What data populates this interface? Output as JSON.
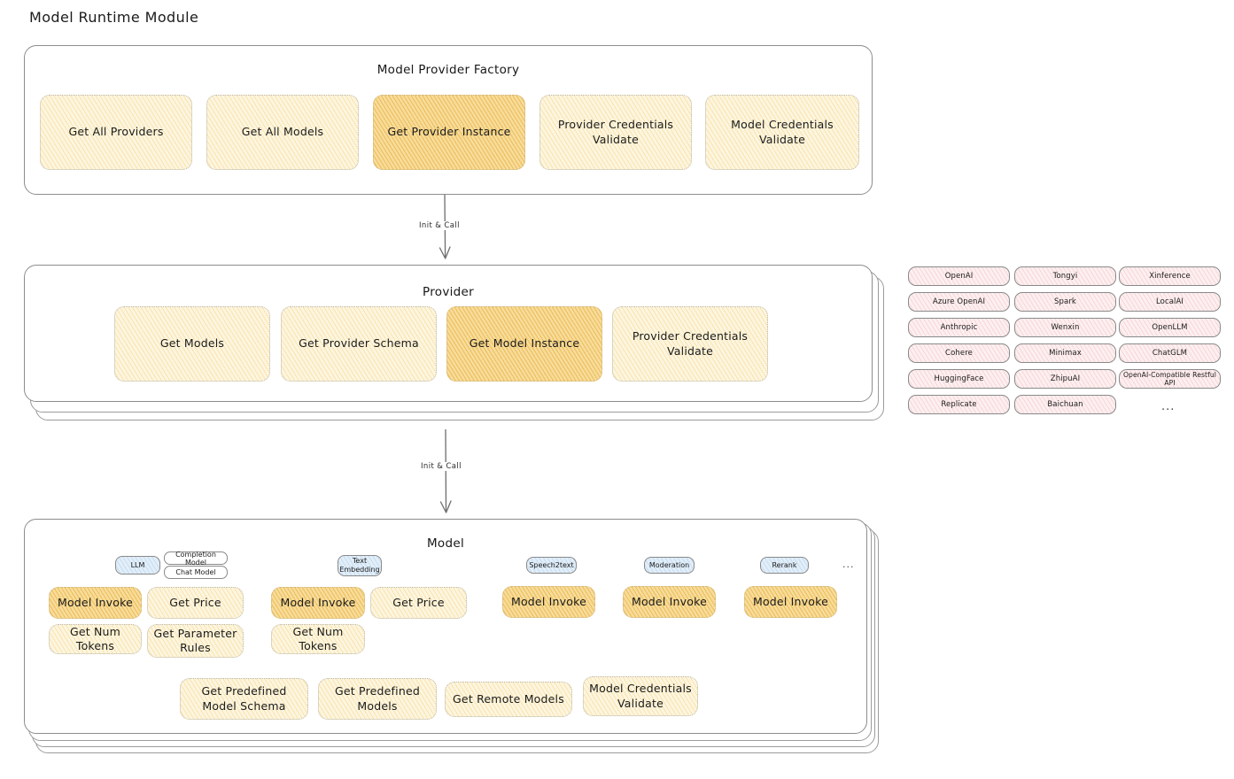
{
  "title": "Model Runtime Module",
  "factory": {
    "title": "Model Provider Factory",
    "methods": [
      {
        "label": "Get All Providers",
        "highlight": false
      },
      {
        "label": "Get All Models",
        "highlight": false
      },
      {
        "label": "Get Provider Instance",
        "highlight": true
      },
      {
        "label": "Provider Credentials Validate",
        "highlight": false
      },
      {
        "label": "Model Credentials Validate",
        "highlight": false
      }
    ]
  },
  "connector1": {
    "label": "Init & Call"
  },
  "provider": {
    "title": "Provider",
    "methods": [
      {
        "label": "Get Models",
        "highlight": false
      },
      {
        "label": "Get Provider Schema",
        "highlight": false
      },
      {
        "label": "Get Model Instance",
        "highlight": true
      },
      {
        "label": "Provider Credentials Validate",
        "highlight": false
      }
    ]
  },
  "connector2": {
    "label": "Init & Call"
  },
  "provider_list": {
    "columns": [
      [
        "OpenAI",
        "Azure OpenAI",
        "Anthropic",
        "Cohere",
        "HuggingFace",
        "Replicate"
      ],
      [
        "Tongyi",
        "Spark",
        "Wenxin",
        "Minimax",
        "ZhipuAI",
        "Baichuan"
      ],
      [
        "Xinference",
        "LocalAI",
        "OpenLLM",
        "ChatGLM",
        "OpenAI-Compatible Restful API"
      ]
    ],
    "more": "..."
  },
  "model": {
    "title": "Model",
    "more": "...",
    "types": [
      {
        "name": "LLM",
        "subtypes": [
          "Completion Model",
          "Chat Model"
        ]
      },
      {
        "name": "Text Embedding",
        "subtypes": []
      },
      {
        "name": "Speech2text",
        "subtypes": []
      },
      {
        "name": "Moderation",
        "subtypes": []
      },
      {
        "name": "Rerank",
        "subtypes": []
      }
    ],
    "llm_methods": [
      {
        "label": "Model Invoke",
        "highlight": true
      },
      {
        "label": "Get Price",
        "highlight": false
      },
      {
        "label": "Get Num Tokens",
        "highlight": false
      },
      {
        "label": "Get Parameter Rules",
        "highlight": false
      }
    ],
    "embedding_methods": [
      {
        "label": "Model Invoke",
        "highlight": true
      },
      {
        "label": "Get Price",
        "highlight": false
      },
      {
        "label": "Get Num Tokens",
        "highlight": false
      }
    ],
    "speech_methods": [
      {
        "label": "Model Invoke",
        "highlight": true
      }
    ],
    "moderation_methods": [
      {
        "label": "Model Invoke",
        "highlight": true
      }
    ],
    "rerank_methods": [
      {
        "label": "Model Invoke",
        "highlight": true
      }
    ],
    "common_methods": [
      {
        "label": "Get Predefined Model Schema",
        "highlight": false
      },
      {
        "label": "Get Predefined Models",
        "highlight": false
      },
      {
        "label": "Get Remote Models",
        "highlight": false
      },
      {
        "label": "Model Credentials Validate",
        "highlight": false
      }
    ]
  },
  "colors": {
    "highlight_fill": "#f8dc9b",
    "light_fill": "#fdf5df",
    "provider_chip": "#fdeff0",
    "type_chip": "#e2eef9",
    "stroke": "#8d8d8d"
  }
}
